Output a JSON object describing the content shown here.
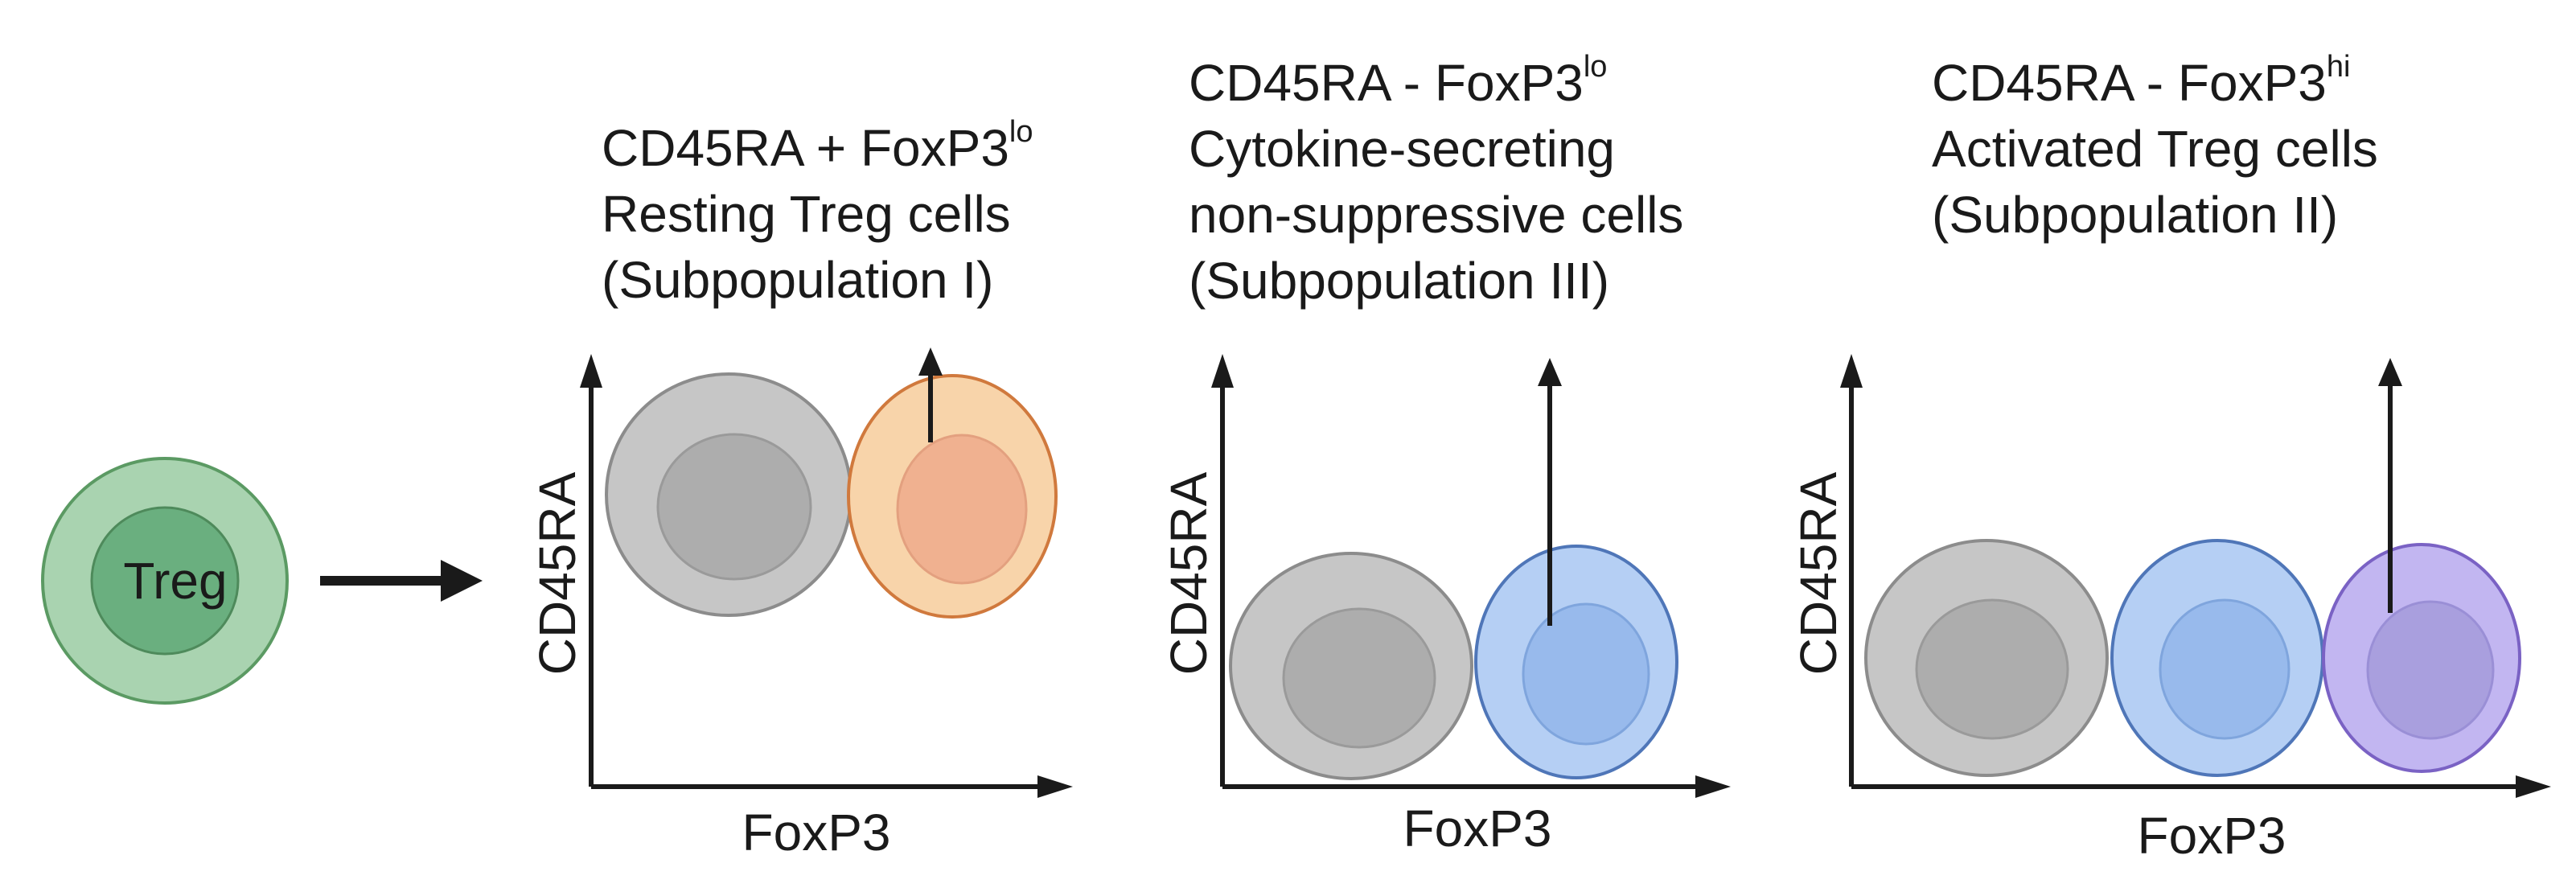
{
  "treg_label": "Treg",
  "panels": [
    {
      "id": "subpopulation-1",
      "title": {
        "marker": "CD45RA + FoxP3",
        "sup": "lo",
        "line2": "Resting Treg cells",
        "line3": "(Subpopulation I)"
      },
      "y_axis_label": "CD45RA",
      "x_axis_label": "FoxP3"
    },
    {
      "id": "subpopulation-3",
      "title": {
        "marker": "CD45RA - FoxP3",
        "sup": "lo",
        "line2": "Cytokine-secreting",
        "line3": "non-suppressive cells",
        "line4": "(Subpopulation III)"
      },
      "y_axis_label": "CD45RA",
      "x_axis_label": "FoxP3"
    },
    {
      "id": "subpopulation-2",
      "title": {
        "marker": "CD45RA - FoxP3",
        "sup": "hi",
        "line2": "Activated Treg cells",
        "line3": "(Subpopulation II)"
      },
      "y_axis_label": "CD45RA",
      "x_axis_label": "FoxP3"
    }
  ],
  "colors": {
    "treg_outer": "#a9d3b0",
    "treg_inner": "#6aaf7f",
    "treg_stroke": "#5b9a63",
    "gray_outer": "#c6c6c6",
    "gray_inner": "#adadad",
    "gray_stroke": "#8c8c8c",
    "orange_outer": "#f8d4aa",
    "orange_inner": "#f0b190",
    "orange_stroke": "#d0793d",
    "blue_outer": "#b5cff4",
    "blue_inner": "#98baec",
    "blue_stroke": "#4f76b8",
    "purple_outer": "#c2b6f1",
    "purple_inner": "#a99fde",
    "purple_stroke": "#7a62c4",
    "axis": "#1a1a1a"
  }
}
